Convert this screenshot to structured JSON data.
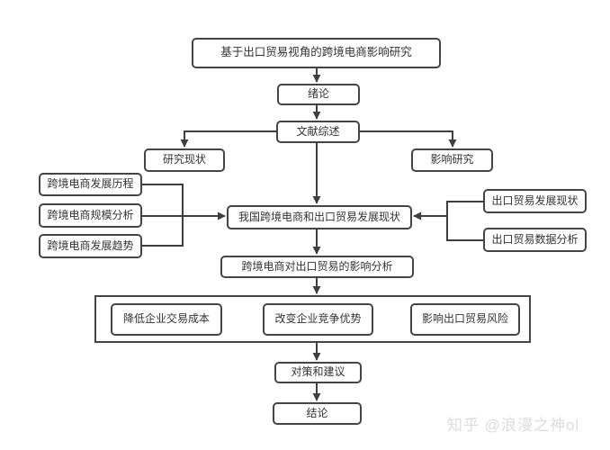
{
  "diagram": {
    "title": "基于出口贸易视角的跨境电商影响研究",
    "nodes": {
      "thesis_title": "基于出口贸易视角的跨境电商影响研究",
      "introduction": "绪论",
      "literature_review": "文献综述",
      "research_status": "研究现状",
      "impact_research": "影响研究",
      "cbec_history": "跨境电商发展历程",
      "cbec_scale": "跨境电商规模分析",
      "cbec_trend": "跨境电商发展趋势",
      "development_status": "我国跨境电商和出口贸易发展现状",
      "export_trade_status": "出口贸易发展现状",
      "export_trade_data": "出口贸易数据分析",
      "impact_analysis": "跨境电商对出口贸易的影响分析",
      "reduce_transaction_cost": "降低企业交易成本",
      "change_competitive_advantage": "改变企业竞争优势",
      "affect_trade_risk": "影响出口贸易风险",
      "suggestions": "对策和建议",
      "conclusion": "结论"
    },
    "edges": [
      {
        "from": "thesis_title",
        "to": "introduction"
      },
      {
        "from": "introduction",
        "to": "literature_review"
      },
      {
        "from": "literature_review",
        "to": "research_status"
      },
      {
        "from": "literature_review",
        "to": "impact_research"
      },
      {
        "from": "literature_review",
        "to": "development_status"
      },
      {
        "from": "cbec_history",
        "to": "development_status"
      },
      {
        "from": "cbec_scale",
        "to": "development_status"
      },
      {
        "from": "cbec_trend",
        "to": "development_status"
      },
      {
        "from": "export_trade_status",
        "to": "development_status"
      },
      {
        "from": "export_trade_data",
        "to": "development_status"
      },
      {
        "from": "development_status",
        "to": "impact_analysis"
      },
      {
        "from": "impact_analysis",
        "to": "impact_group"
      },
      {
        "from": "reduce_transaction_cost",
        "to": "change_competitive_advantage"
      },
      {
        "from": "change_competitive_advantage",
        "to": "affect_trade_risk"
      },
      {
        "from": "impact_group",
        "to": "suggestions"
      },
      {
        "from": "suggestions",
        "to": "conclusion"
      }
    ],
    "colors": {
      "line": "#3f3f3f",
      "box_border": "#454545",
      "box_fill": "#ffffff",
      "text": "#333333",
      "background": "#ffffff"
    }
  },
  "watermark": {
    "text": "知乎 @浪漫之神ol",
    "color": "#dcdcdc"
  }
}
